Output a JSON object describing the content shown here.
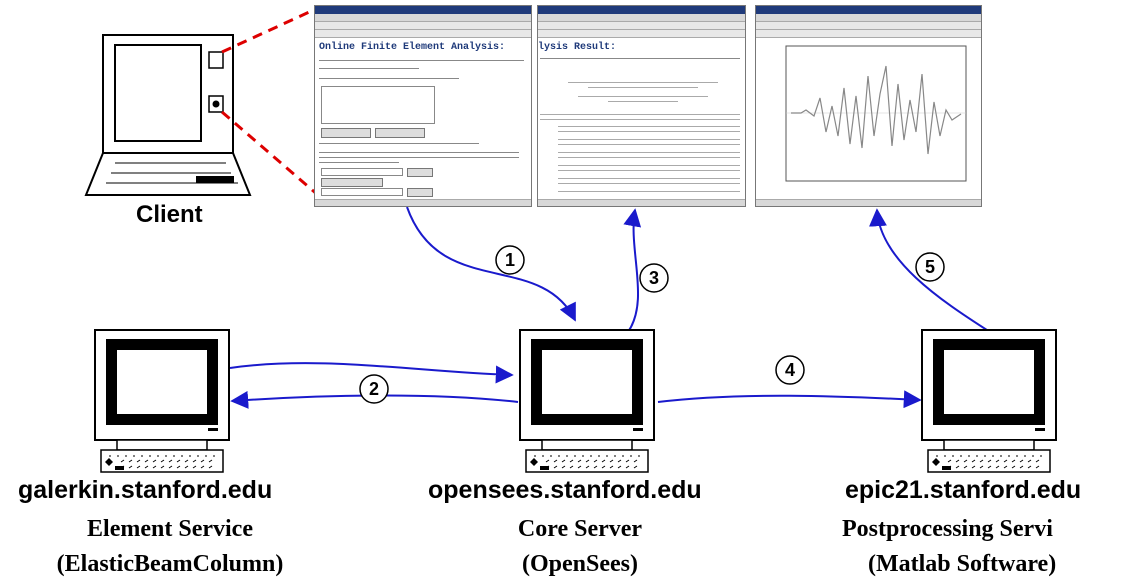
{
  "client": {
    "label": "Client"
  },
  "screens": {
    "fem_title": "Online Finite Element Analysis:",
    "result_title": "lysis Result:"
  },
  "steps": [
    "1",
    "2",
    "3",
    "4",
    "5"
  ],
  "servers": [
    {
      "host": "galerkin.stanford.edu",
      "role": "Element Service",
      "software": "(ElasticBeamColumn)"
    },
    {
      "host": "opensees.stanford.edu",
      "role": "Core Server",
      "software": "(OpenSees)"
    },
    {
      "host": "epic21.stanford.edu",
      "role": "Postprocessing Servi",
      "software": "(Matlab Software)"
    }
  ],
  "colors": {
    "arrow": "#1a1acc",
    "callout": "#dd0000",
    "titlebar": "#1f3a7a"
  }
}
